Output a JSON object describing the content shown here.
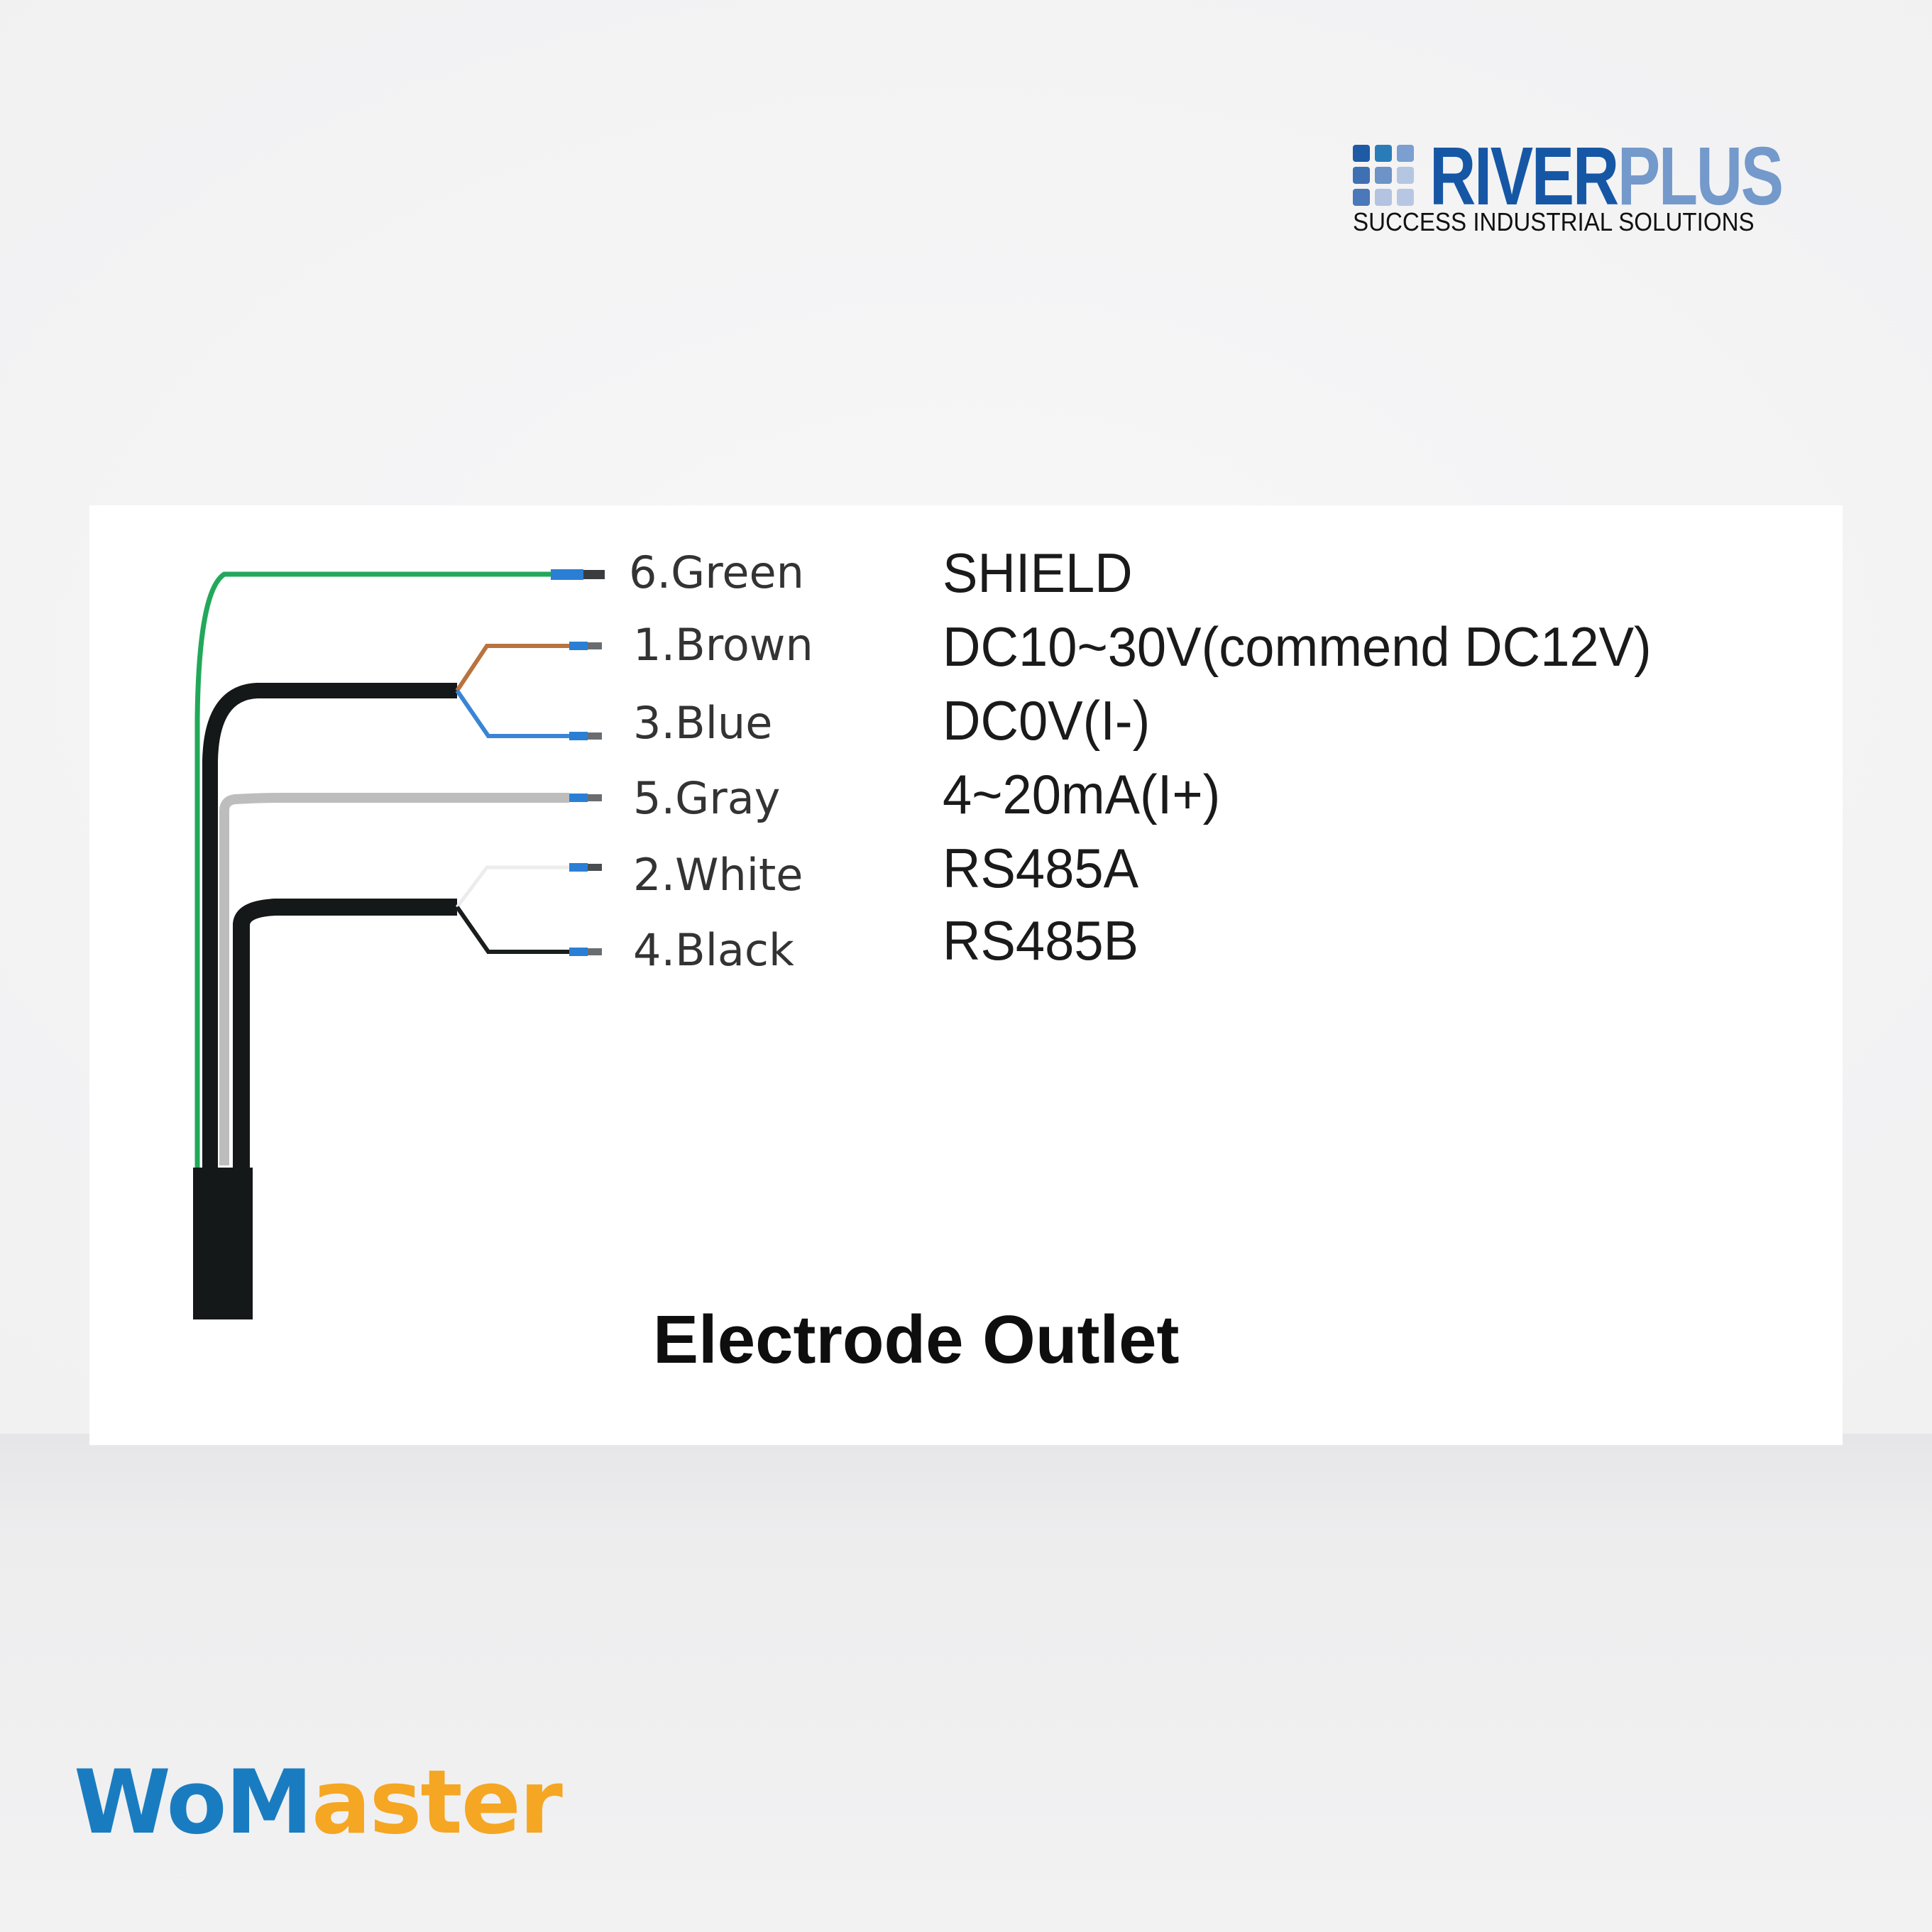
{
  "brand_top": {
    "name_part1": "RIVER",
    "name_part2": "PLUS",
    "tagline": "SUCCESS INDUSTRIAL SOLUTIONS",
    "colors": {
      "river": "#1657a5",
      "plus": "#7499cb",
      "grid": [
        "#1e5aa5",
        "#2a7cb8",
        "#7a9fd0",
        "#3f70b3",
        "#6d93c7",
        "#b5c6e2",
        "#4a78b8",
        "#b3c3e1",
        "#b7c7e3"
      ]
    }
  },
  "diagram": {
    "title": "Electrode Outlet",
    "wires": [
      {
        "label": "6.Green",
        "function": "SHIELD",
        "color": "#22a85a"
      },
      {
        "label": "1.Brown",
        "function": "DC10~30V(commend DC12V)",
        "color": "#b9733f"
      },
      {
        "label": "3.Blue",
        "function": "DC0V(I-)",
        "color": "#3a84d6"
      },
      {
        "label": "5.Gray",
        "function": "4~20mA(I+)",
        "color": "#bdbdbd"
      },
      {
        "label": "2.White",
        "function": "RS485A",
        "color": "#f4f4f4"
      },
      {
        "label": "4.Black",
        "function": "RS485B",
        "color": "#1a1d1d"
      }
    ],
    "terminal_color": "#2a7fd4",
    "tip_color": "#555555",
    "cable_color": "#141818"
  },
  "brand_bottom": {
    "part1": "WoM",
    "part2": "aster",
    "colors": {
      "part1": "#1a7cc0",
      "part2": "#f5a623"
    }
  }
}
